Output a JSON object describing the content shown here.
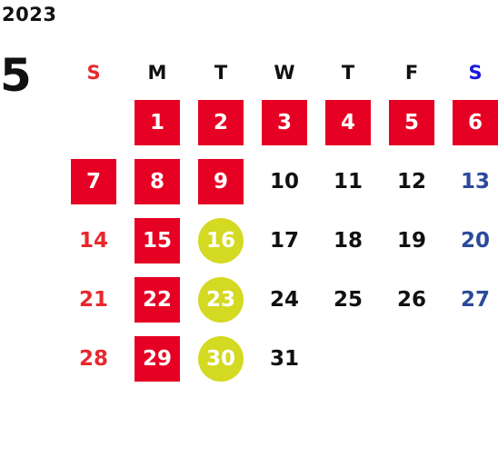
{
  "year": "2023",
  "month": "5",
  "colors": {
    "default_text": "#111111",
    "sunday": "#e8282d",
    "saturday_header": "#1a1ae0",
    "saturday": "#2b4a9a",
    "holiday_fill": "#e60023",
    "highlight_fill": "#d4d921",
    "on_fill_text": "#ffffff"
  },
  "weekdays": [
    {
      "label": "S",
      "color": "#e8282d"
    },
    {
      "label": "M",
      "color": "#111111"
    },
    {
      "label": "T",
      "color": "#111111"
    },
    {
      "label": "W",
      "color": "#111111"
    },
    {
      "label": "T",
      "color": "#111111"
    },
    {
      "label": "F",
      "color": "#111111"
    },
    {
      "label": "S",
      "color": "#1a1ae0"
    }
  ],
  "weeks": [
    [
      null,
      {
        "day": "1",
        "style": "red"
      },
      {
        "day": "2",
        "style": "red"
      },
      {
        "day": "3",
        "style": "red"
      },
      {
        "day": "4",
        "style": "red"
      },
      {
        "day": "5",
        "style": "red"
      },
      {
        "day": "6",
        "style": "red"
      }
    ],
    [
      {
        "day": "7",
        "style": "red"
      },
      {
        "day": "8",
        "style": "red"
      },
      {
        "day": "9",
        "style": "red"
      },
      {
        "day": "10",
        "style": "plain"
      },
      {
        "day": "11",
        "style": "plain"
      },
      {
        "day": "12",
        "style": "plain"
      },
      {
        "day": "13",
        "style": "saturday"
      }
    ],
    [
      {
        "day": "14",
        "style": "sunday"
      },
      {
        "day": "15",
        "style": "red"
      },
      {
        "day": "16",
        "style": "yellow"
      },
      {
        "day": "17",
        "style": "plain"
      },
      {
        "day": "18",
        "style": "plain"
      },
      {
        "day": "19",
        "style": "plain"
      },
      {
        "day": "20",
        "style": "saturday"
      }
    ],
    [
      {
        "day": "21",
        "style": "sunday"
      },
      {
        "day": "22",
        "style": "red"
      },
      {
        "day": "23",
        "style": "yellow"
      },
      {
        "day": "24",
        "style": "plain"
      },
      {
        "day": "25",
        "style": "plain"
      },
      {
        "day": "26",
        "style": "plain"
      },
      {
        "day": "27",
        "style": "saturday"
      }
    ],
    [
      {
        "day": "28",
        "style": "sunday"
      },
      {
        "day": "29",
        "style": "red"
      },
      {
        "day": "30",
        "style": "yellow"
      },
      {
        "day": "31",
        "style": "plain"
      },
      null,
      null,
      null
    ]
  ]
}
